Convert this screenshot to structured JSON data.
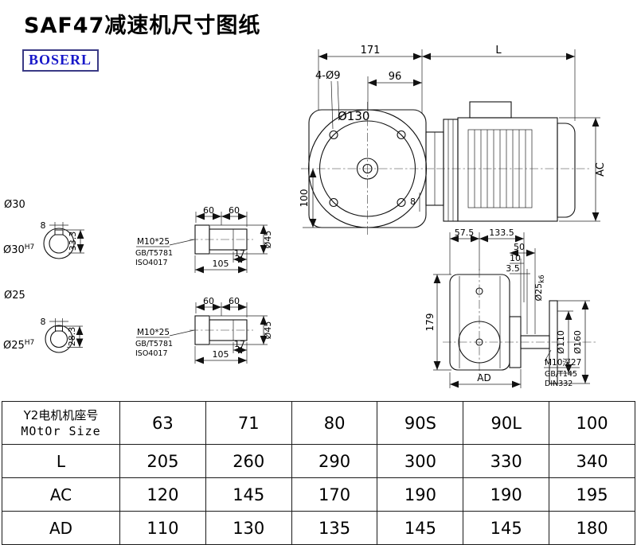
{
  "page": {
    "title": "SAF47减速机尺寸图纸",
    "brand": "BOSERL"
  },
  "drawing": {
    "front": {
      "d171": "171",
      "dL": "L",
      "d4o9": "4-Ø9",
      "d96": "96",
      "do130": "Ø130",
      "d100": "100",
      "d8": "8",
      "dAC": "AC"
    },
    "sections": {
      "s1": {
        "label": "Ø30",
        "key_w": "8",
        "height": "33.3",
        "bore": "Ø30",
        "bore_tol": "H7"
      },
      "s2": {
        "label": "Ø25",
        "key_w": "8",
        "height": "28.3",
        "bore": "Ø25",
        "bore_tol": "H7"
      }
    },
    "shaft1": {
      "d60a": "60",
      "d60b": "60",
      "d17": "17",
      "d105": "105",
      "do45": "Ø45",
      "n1": "M10*25",
      "n2": "GB/T5781",
      "n3": "ISO4017"
    },
    "shaft2": {
      "d60a": "60",
      "d60b": "60",
      "d17": "17",
      "d105": "105",
      "do45": "Ø45",
      "n1": "M10*25",
      "n2": "GB/T5781",
      "n3": "ISO4017"
    },
    "side": {
      "d57_5": "57.5",
      "d133_5": "133.5",
      "d50": "50",
      "d10": "10",
      "d3_5": "3.5",
      "do25": "Ø25",
      "do25_tol": "k6",
      "d179": "179",
      "do110": "Ø110",
      "do160": "Ø160",
      "dAD": "AD",
      "n1": "M10深27",
      "n2": "GB/T145",
      "n3": "DIN332"
    }
  },
  "table": {
    "header_cn": "Y2电机机座号",
    "header_en": "MOtOr Size",
    "sizes": [
      "63",
      "71",
      "80",
      "90S",
      "90L",
      "100"
    ],
    "rows": [
      {
        "label": "L",
        "values": [
          "205",
          "260",
          "290",
          "300",
          "330",
          "340"
        ]
      },
      {
        "label": "AC",
        "values": [
          "120",
          "145",
          "170",
          "190",
          "190",
          "195"
        ]
      },
      {
        "label": "AD",
        "values": [
          "110",
          "130",
          "135",
          "145",
          "145",
          "180"
        ]
      }
    ]
  }
}
